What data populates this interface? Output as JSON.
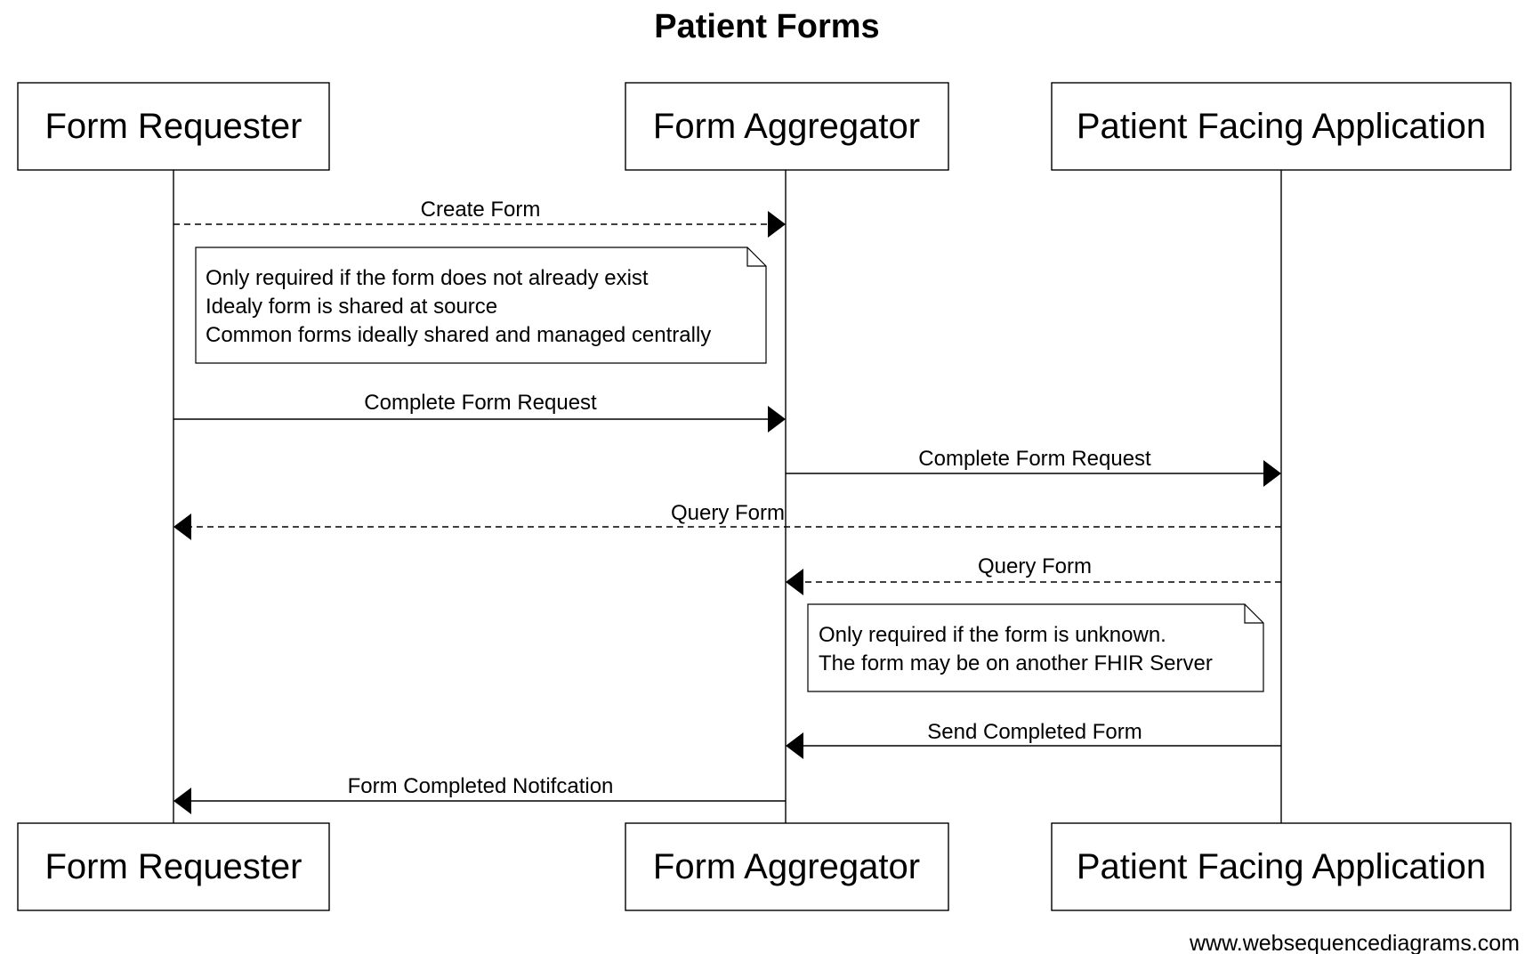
{
  "diagram": {
    "title": "Patient Forms",
    "watermark": "www.websequencediagrams.com",
    "participants": [
      {
        "id": "requester",
        "label": "Form Requester"
      },
      {
        "id": "aggregator",
        "label": "Form Aggregator"
      },
      {
        "id": "pfa",
        "label": "Patient Facing Application"
      }
    ],
    "messages": [
      {
        "from": "requester",
        "to": "aggregator",
        "label": "Create Form",
        "style": "dashed"
      },
      {
        "from": "requester",
        "to": "aggregator",
        "label": "Complete Form Request",
        "style": "solid"
      },
      {
        "from": "aggregator",
        "to": "pfa",
        "label": "Complete Form Request",
        "style": "solid"
      },
      {
        "from": "pfa",
        "to": "requester",
        "label": "Query Form",
        "style": "dashed"
      },
      {
        "from": "pfa",
        "to": "aggregator",
        "label": "Query Form",
        "style": "dashed"
      },
      {
        "from": "pfa",
        "to": "aggregator",
        "label": "Send Completed Form",
        "style": "solid"
      },
      {
        "from": "aggregator",
        "to": "requester",
        "label": "Form Completed Notifcation",
        "style": "solid"
      }
    ],
    "notes": [
      {
        "lines": [
          "Only required if the form does not already exist",
          "Idealy form is shared at source",
          "Common forms ideally shared and managed centrally"
        ]
      },
      {
        "lines": [
          "Only required if the form is unknown.",
          "The form may be on another FHIR Server"
        ]
      }
    ]
  }
}
